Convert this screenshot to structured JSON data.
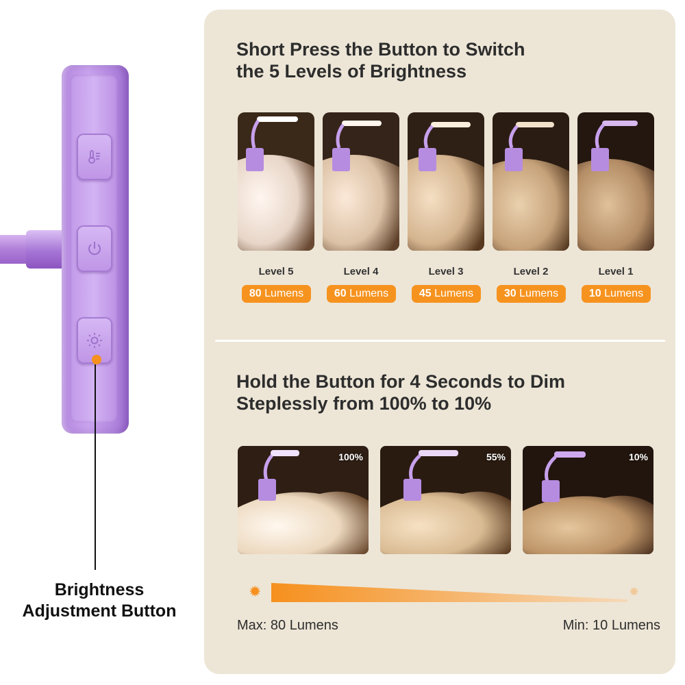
{
  "device": {
    "caption_line1": "Brightness",
    "caption_line2": "Adjustment Button",
    "accent_color": "#f6901e",
    "body_color": "#c29ae9"
  },
  "short_press": {
    "heading_line1": "Short Press the Button to Switch",
    "heading_line2": "the 5 Levels of Brightness",
    "levels": [
      {
        "label": "Level 5",
        "lumens": "80",
        "unit": "Lumens"
      },
      {
        "label": "Level 4",
        "lumens": "60",
        "unit": "Lumens"
      },
      {
        "label": "Level 3",
        "lumens": "45",
        "unit": "Lumens"
      },
      {
        "label": "Level 2",
        "lumens": "30",
        "unit": "Lumens"
      },
      {
        "label": "Level 1",
        "lumens": "10",
        "unit": "Lumens"
      }
    ]
  },
  "hold": {
    "heading_line1": "Hold the Button for 4 Seconds to Dim",
    "heading_line2": "Steplessly from 100% to 10%",
    "samples": [
      {
        "percent": "100%"
      },
      {
        "percent": "55%"
      },
      {
        "percent": "10%"
      }
    ],
    "max_label": "Max: 80 Lumens",
    "min_label": "Min: 10 Lumens"
  },
  "colors": {
    "panel": "#ede6d7",
    "pill": "#f6931f",
    "text": "#2d2d2d"
  }
}
